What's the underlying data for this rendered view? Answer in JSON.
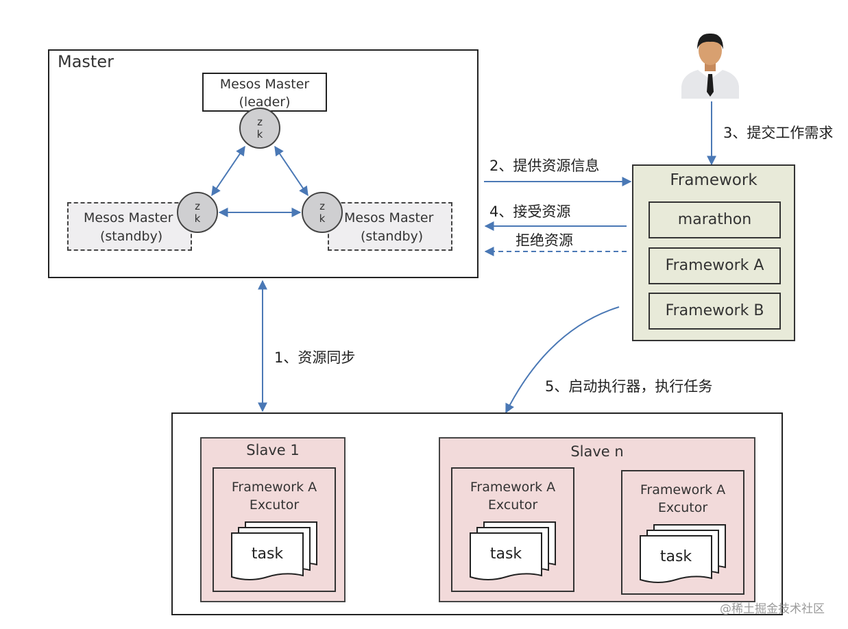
{
  "master": {
    "title": "Master",
    "leader": {
      "line1": "Mesos Master",
      "line2": "(leader)"
    },
    "standby_left": {
      "line1": "Mesos Master",
      "line2": "(standby)"
    },
    "standby_right": {
      "line1": "Mesos Master",
      "line2": "(standby)"
    },
    "zk": {
      "line1": "z",
      "line2": "k"
    }
  },
  "framework": {
    "title": "Framework",
    "items": [
      "marathon",
      "Framework A",
      "Framework B"
    ]
  },
  "steps": {
    "s1": "1、资源同步",
    "s2": "2、提供资源信息",
    "s3": "3、提交工作需求",
    "s4": "4、接受资源",
    "s4b": "拒绝资源",
    "s5": "5、启动执行器，执行任务"
  },
  "slaves": [
    {
      "title": "Slave 1",
      "executors": [
        {
          "line1": "Framework A",
          "line2": "Excutor",
          "task": "task"
        }
      ]
    },
    {
      "title": "Slave n",
      "executors": [
        {
          "line1": "Framework A",
          "line2": "Excutor",
          "task": "task"
        },
        {
          "line1": "Framework A",
          "line2": "Excutor",
          "task": "task"
        }
      ]
    }
  ],
  "watermark": "@稀土掘金技术社区",
  "colors": {
    "arrow": "#4a78b5",
    "framework_bg": "#e8ead9",
    "slave_bg": "#f2dada",
    "standby_bg": "#efeef0",
    "zk_bg": "#cfcfd1"
  }
}
